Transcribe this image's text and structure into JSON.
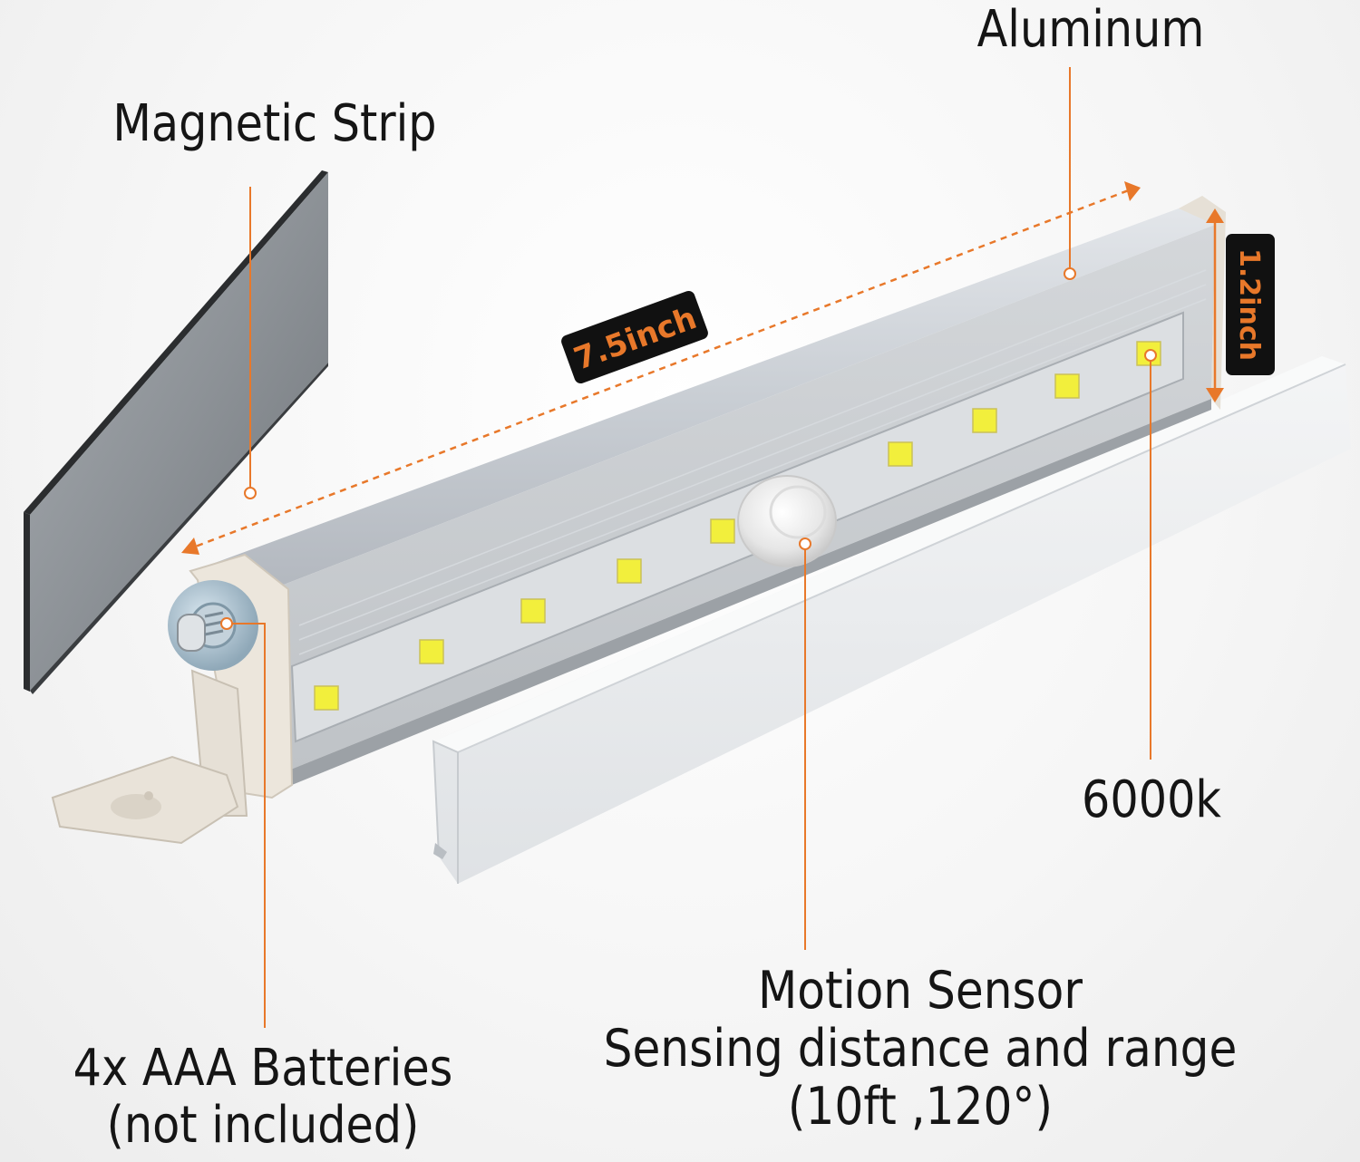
{
  "labels": {
    "aluminum": "Aluminum",
    "magnetic_strip": "Magnetic Strip",
    "color_temp": "6000k",
    "motion_sensor": {
      "line1": "Motion Sensor",
      "line2": "Sensing distance and range",
      "line3": "(10ft ,120°)"
    },
    "batteries": {
      "line1": "4x AAA Batteries",
      "line2": "(not included)"
    }
  },
  "dimensions": {
    "length": "7.5inch",
    "height": "1.2inch"
  },
  "colors": {
    "accent": "#e8782a",
    "badge_background": "#111111",
    "led": "#f2ef3c"
  }
}
